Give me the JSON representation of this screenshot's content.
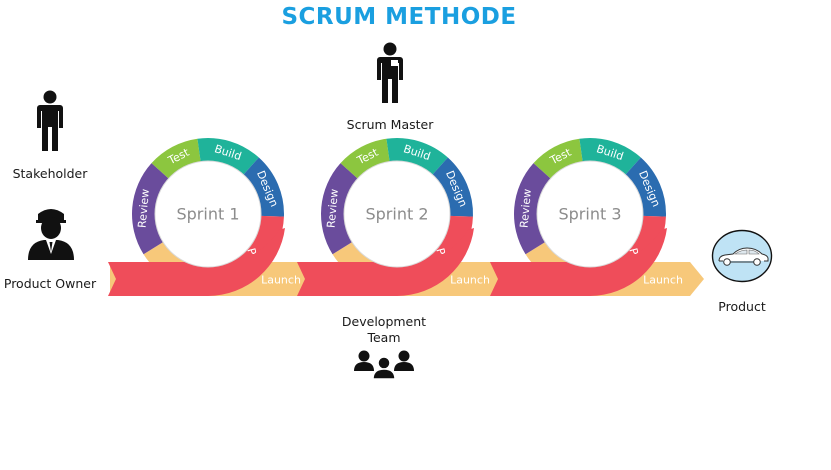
{
  "title": "SCRUM METHODE",
  "roles": {
    "stakeholder": "Stakeholder",
    "scrum_master": "Scrum Master",
    "product_owner": "Product Owner",
    "development_team_line1": "Development",
    "development_team_line2": "Team",
    "product": "Product"
  },
  "cycle_steps": [
    "Test",
    "Build",
    "Design",
    "Plan",
    "Launch",
    "Review"
  ],
  "sprints": [
    "Sprint 1",
    "Sprint 2",
    "Sprint 3"
  ],
  "colors": {
    "title": "#1a9fe0",
    "test": "#8cc63f",
    "build": "#1fb39a",
    "design": "#2b6cb0",
    "plan": "#ef4d5a",
    "launch": "#f7c87a",
    "review": "#6a4c9c",
    "product_circle": "#bfe3f5",
    "icon": "#111111"
  },
  "icons": [
    "stakeholder-person-icon",
    "scrum-master-person-icon",
    "product-owner-icon",
    "development-team-icon",
    "car-icon"
  ]
}
